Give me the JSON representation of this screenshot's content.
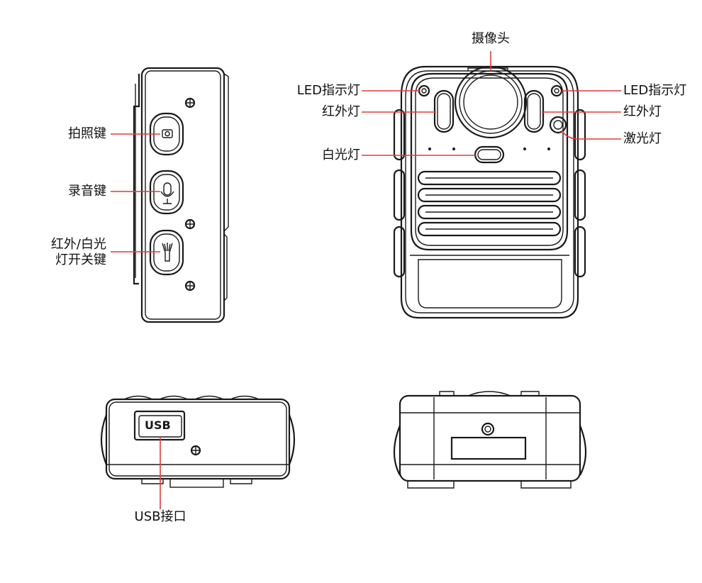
{
  "side_view": {
    "photo_key": "拍照键",
    "record_key": "录音键",
    "light_switch_key_line1": "红外/白光",
    "light_switch_key_line2": "灯开关键"
  },
  "front_view": {
    "camera": "摄像头",
    "led_indicator_left": "LED指示灯",
    "led_indicator_right": "LED指示灯",
    "infrared_left": "红外灯",
    "infrared_right": "红外灯",
    "laser": "激光灯",
    "white_light": "白光灯"
  },
  "bottom_view": {
    "usb_badge": "USB",
    "usb_port": "USB接口"
  },
  "colors": {
    "callout_line": "#e23b3b",
    "outline": "#1a1a1a"
  }
}
